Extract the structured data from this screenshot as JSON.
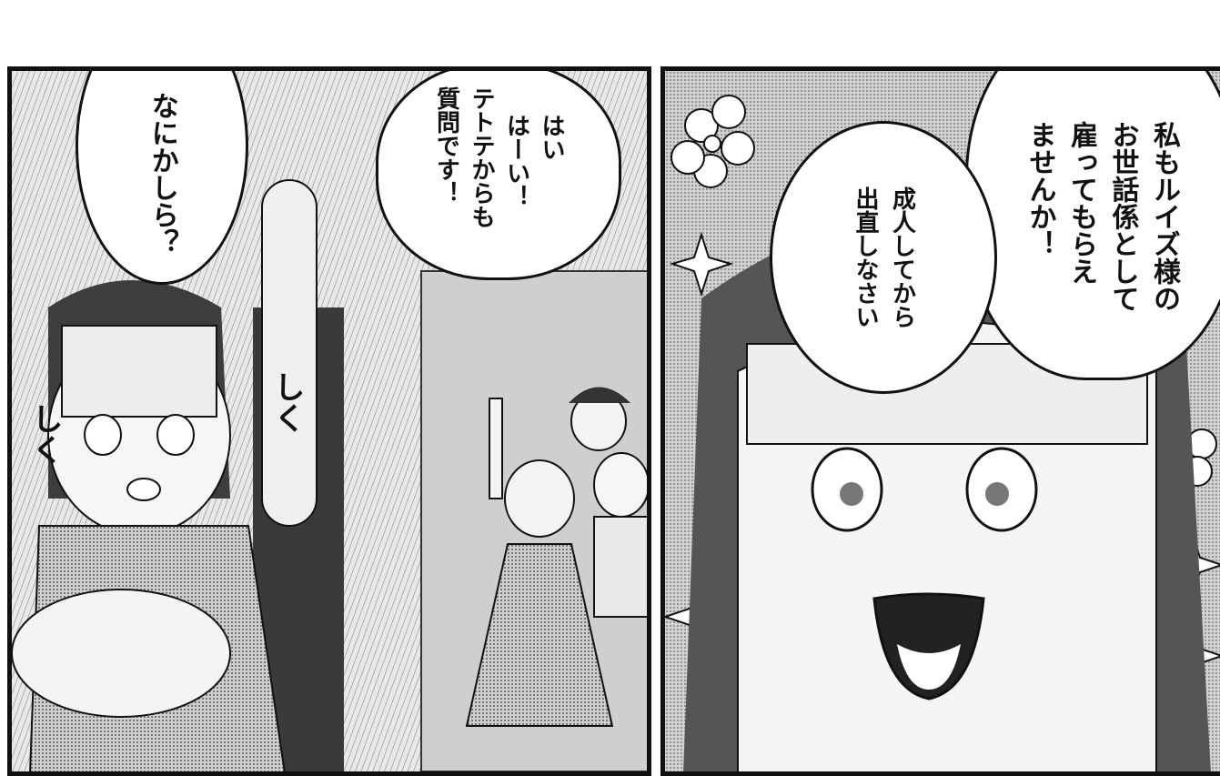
{
  "left_panel": {
    "bubble_luize": "なにかしら？",
    "bubble_tetote_line1": "はい",
    "bubble_tetote_line2": "はーい！",
    "bubble_tetote_line3": "テトテからも",
    "bubble_tetote_line4": "質問です！",
    "sfx_1": "しく",
    "sfx_2": "しく"
  },
  "right_panel": {
    "bubble_request_line1": "私もルイズ様の",
    "bubble_request_line2": "お世話係として",
    "bubble_request_line3": "雇ってもらえ",
    "bubble_request_line4": "ませんか！",
    "bubble_reply_line1": "成人してから",
    "bubble_reply_line2": "出直しなさい"
  },
  "colors": {
    "ink": "#111111",
    "paper": "#ffffff",
    "tone": "#bdbdbd"
  }
}
